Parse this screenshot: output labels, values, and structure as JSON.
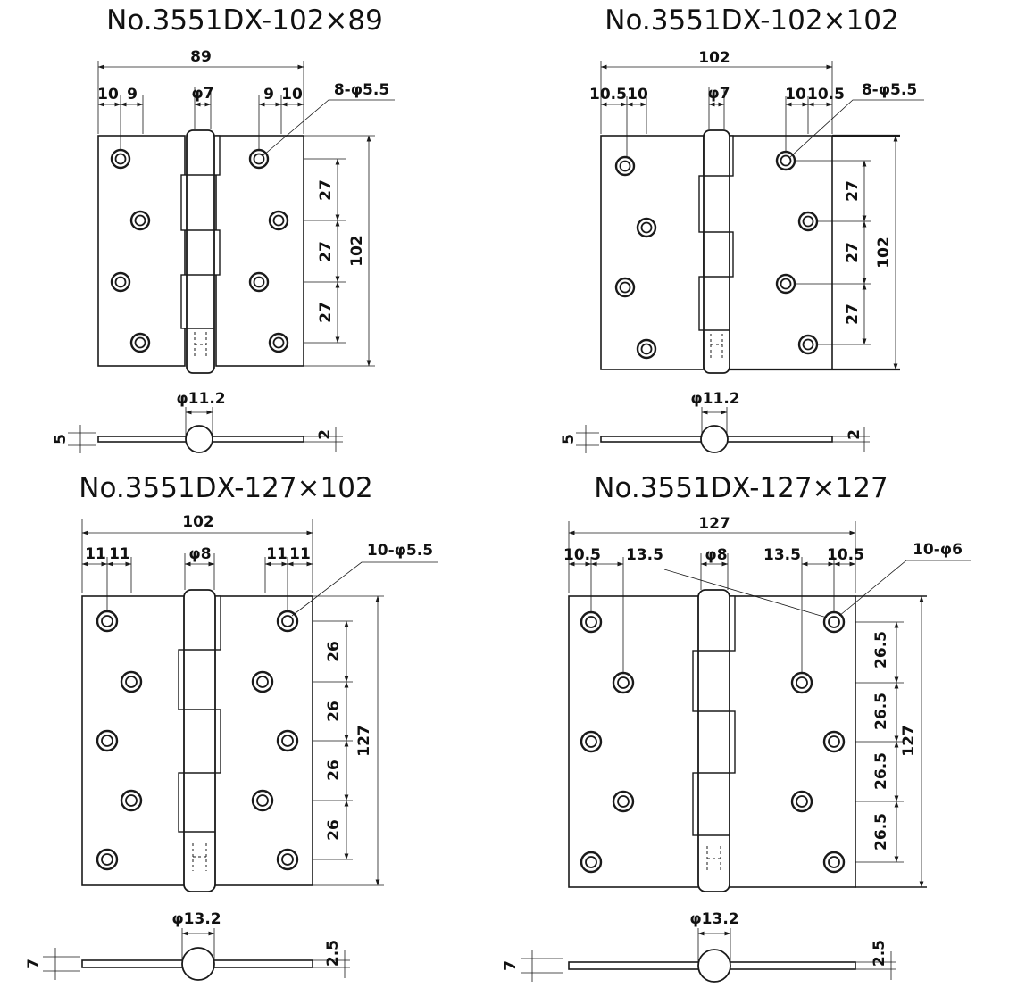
{
  "drawings": [
    {
      "title": "No.3551DX-102×89",
      "overall_width": "89",
      "left_edge_offset": "10",
      "left_row_offset": "9",
      "pin_diameter": "φ7",
      "right_row_offset": "9",
      "right_edge_offset": "10",
      "hole_callout": "8-φ5.5",
      "hole_pitch": [
        "27",
        "27",
        "27"
      ],
      "overall_height": "102",
      "knuckle_diameter": "φ11.2",
      "open_thickness": "5",
      "leaf_thickness": "2"
    },
    {
      "title": "No.3551DX-102×102",
      "overall_width": "102",
      "left_edge_offset": "10.5",
      "left_row_offset": "10",
      "pin_diameter": "φ7",
      "right_row_offset": "10",
      "right_edge_offset": "10.5",
      "hole_callout": "8-φ5.5",
      "hole_pitch": [
        "27",
        "27",
        "27"
      ],
      "overall_height": "102",
      "knuckle_diameter": "φ11.2",
      "open_thickness": "5",
      "leaf_thickness": "2"
    },
    {
      "title": "No.3551DX-127×102",
      "overall_width": "102",
      "left_edge_offset": "11",
      "left_row_offset": "11",
      "pin_diameter": "φ8",
      "right_row_offset": "11",
      "right_edge_offset": "11",
      "hole_callout": "10-φ5.5",
      "hole_pitch": [
        "26",
        "26",
        "26",
        "26"
      ],
      "overall_height": "127",
      "knuckle_diameter": "φ13.2",
      "open_thickness": "7",
      "leaf_thickness": "2.5"
    },
    {
      "title": "No.3551DX-127×127",
      "overall_width": "127",
      "left_edge_offset": "10.5",
      "left_row_offset": "13.5",
      "pin_diameter": "φ8",
      "right_row_offset": "13.5",
      "right_edge_offset": "10.5",
      "hole_callout": "10-φ6",
      "hole_pitch": [
        "26.5",
        "26.5",
        "26.5",
        "26.5"
      ],
      "overall_height": "127",
      "knuckle_diameter": "φ13.2",
      "open_thickness": "7",
      "leaf_thickness": "2.5"
    }
  ]
}
